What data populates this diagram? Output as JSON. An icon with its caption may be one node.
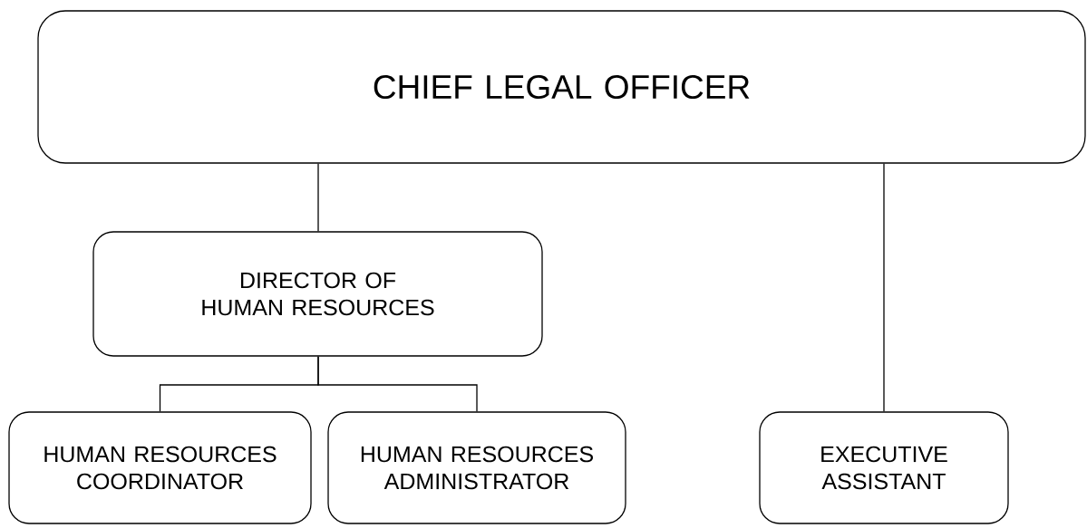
{
  "diagram": {
    "nodes": [
      {
        "text": [
          "CHIEF LEGAL OFFICER"
        ]
      },
      {
        "text": [
          "DIRECTOR OF HUMAN RESOURCES"
        ]
      },
      {
        "text": [
          "HUMAN RESOURCES COORDINATOR"
        ]
      },
      {
        "text": [
          "HUMAN RESOURCES ADMINISTRATOR"
        ]
      },
      {
        "text": [
          "EXECUTIVE ASSISTANT"
        ]
      }
    ],
    "edges": [
      {
        "from": 0,
        "to": 1,
        "arrow": "none"
      },
      {
        "from": 0,
        "to": 4,
        "arrow": "none"
      },
      {
        "from": 1,
        "to": 2,
        "arrow": "none"
      },
      {
        "from": 1,
        "to": 3,
        "arrow": "none"
      }
    ]
  }
}
